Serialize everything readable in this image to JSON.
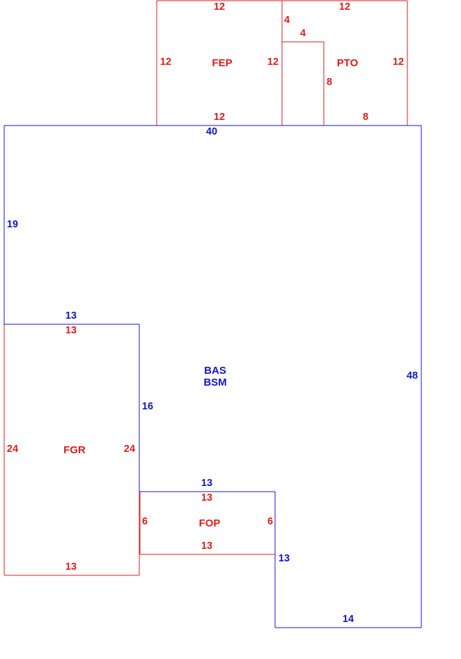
{
  "colors": {
    "main_structure": "#1414cc",
    "sub_areas": "#dd1c1c",
    "background": "#ffffff"
  },
  "areas": {
    "main": {
      "code_1": "BAS",
      "code_2": "BSM"
    },
    "fep": {
      "code": "FEP"
    },
    "pto": {
      "code": "PTO"
    },
    "fgr": {
      "code": "FGR"
    },
    "fop": {
      "code": "FOP"
    }
  },
  "dimensions": {
    "bas_top": "40",
    "bas_left": "19",
    "bas_right": "48",
    "bas_garage_top": "13",
    "bas_garage_side": "16",
    "bas_porch_top": "13",
    "bas_porch_side": "13",
    "bas_bottom": "14",
    "fep_top": "12",
    "fep_left": "12",
    "fep_right": "12",
    "fep_bottom": "12",
    "pto_top": "12",
    "pto_right": "12",
    "pto_notch_left": "4",
    "pto_notch_top": "4",
    "pto_notch_side": "8",
    "pto_bottom": "8",
    "fgr_top": "13",
    "fgr_left": "24",
    "fgr_right": "24",
    "fgr_bottom": "13",
    "fop_top": "13",
    "fop_left": "6",
    "fop_right": "6",
    "fop_bottom": "13"
  }
}
